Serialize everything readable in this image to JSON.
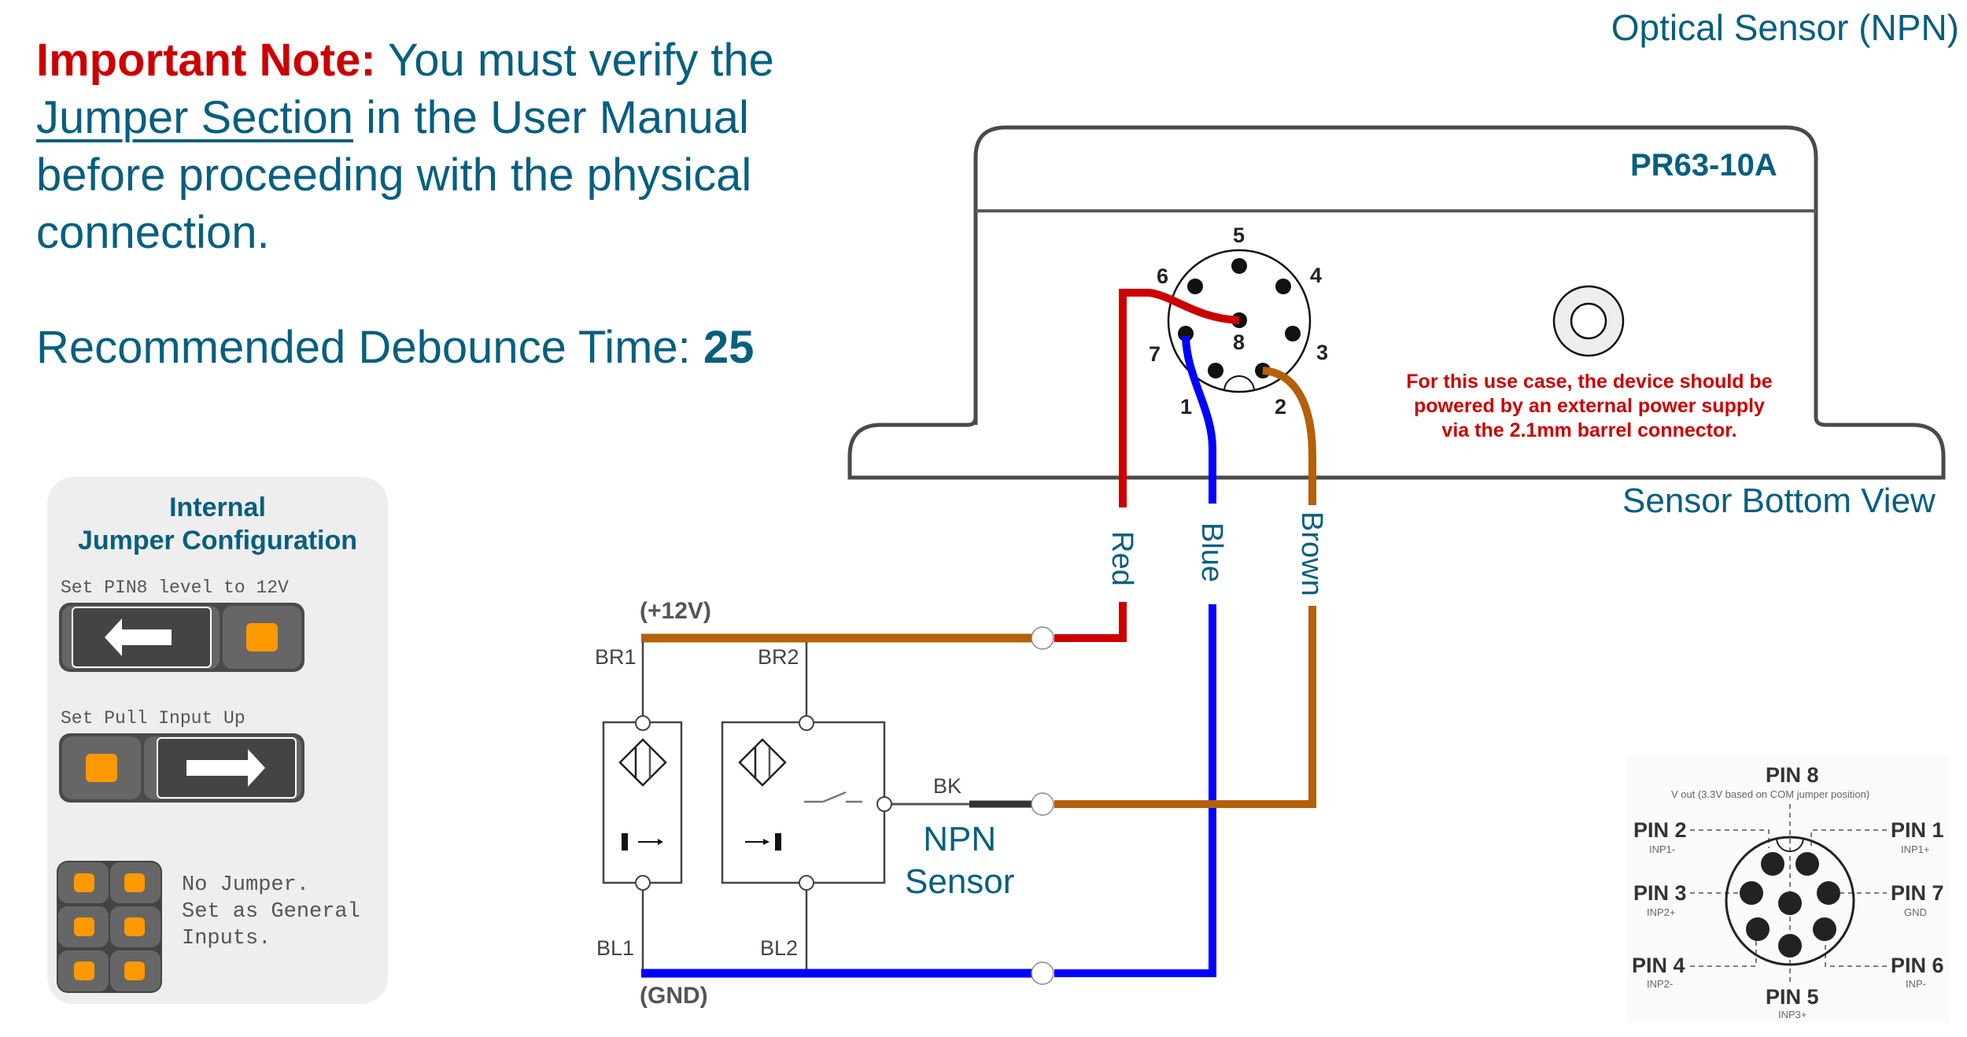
{
  "title": "Optical Sensor (NPN)",
  "note": {
    "prefix": "Important Note:",
    "text_before_link": "You must verify the",
    "link": "Jumper Section",
    "text_after_link": "in the User Manual before proceeding with the physical connection."
  },
  "debounce": {
    "label": "Recommended Debounce Time:",
    "value": "25"
  },
  "jumper_panel": {
    "title_line1": "Internal",
    "title_line2": "Jumper Configuration",
    "config1": {
      "label": "Set PIN8 level to 12V",
      "jumper_position": "left",
      "arrow": "left-arrow-icon"
    },
    "config2": {
      "label": "Set Pull Input Up",
      "jumper_position": "right",
      "arrow": "right-arrow-icon"
    },
    "config3": {
      "label": "No Jumper.\nSet as General\nInputs."
    }
  },
  "device": {
    "model": "PR63-10A",
    "view_label": "Sensor Bottom View",
    "power_note": "For this use case, the device should be powered by an external power supply via the 2.1mm barrel connector.",
    "connector_pins": [
      "1",
      "2",
      "3",
      "4",
      "5",
      "6",
      "7",
      "8"
    ],
    "wires": [
      {
        "label": "Red",
        "color": "#cc0000",
        "pin": "8"
      },
      {
        "label": "Blue",
        "color": "#0000ff",
        "pin": "7"
      },
      {
        "label": "Brown",
        "color": "#b5600a",
        "pin": "2"
      }
    ]
  },
  "circuit": {
    "supply_label": "(+12V)",
    "ground_label": "(GND)",
    "labels": {
      "br1": "BR1",
      "br2": "BR2",
      "bl1": "BL1",
      "bl2": "BL2",
      "bk": "BK"
    },
    "sensor_label_line1": "NPN",
    "sensor_label_line2": "Sensor",
    "colors": {
      "brown": "#b5600a",
      "blue": "#0000ff",
      "red": "#cc0000",
      "black": "#333333"
    }
  },
  "pinout": {
    "pin8": {
      "name": "PIN 8",
      "desc": "V out (3.3V based on COM jumper position)"
    },
    "pin1": {
      "name": "PIN 1",
      "desc": "INP1+"
    },
    "pin2": {
      "name": "PIN 2",
      "desc": "INP1-"
    },
    "pin3": {
      "name": "PIN 3",
      "desc": "INP2+"
    },
    "pin4": {
      "name": "PIN 4",
      "desc": "INP2-"
    },
    "pin5": {
      "name": "PIN 5",
      "desc": "INP3+"
    },
    "pin6": {
      "name": "PIN 6",
      "desc": "INP-"
    },
    "pin7": {
      "name": "PIN 7",
      "desc": "GND"
    }
  }
}
